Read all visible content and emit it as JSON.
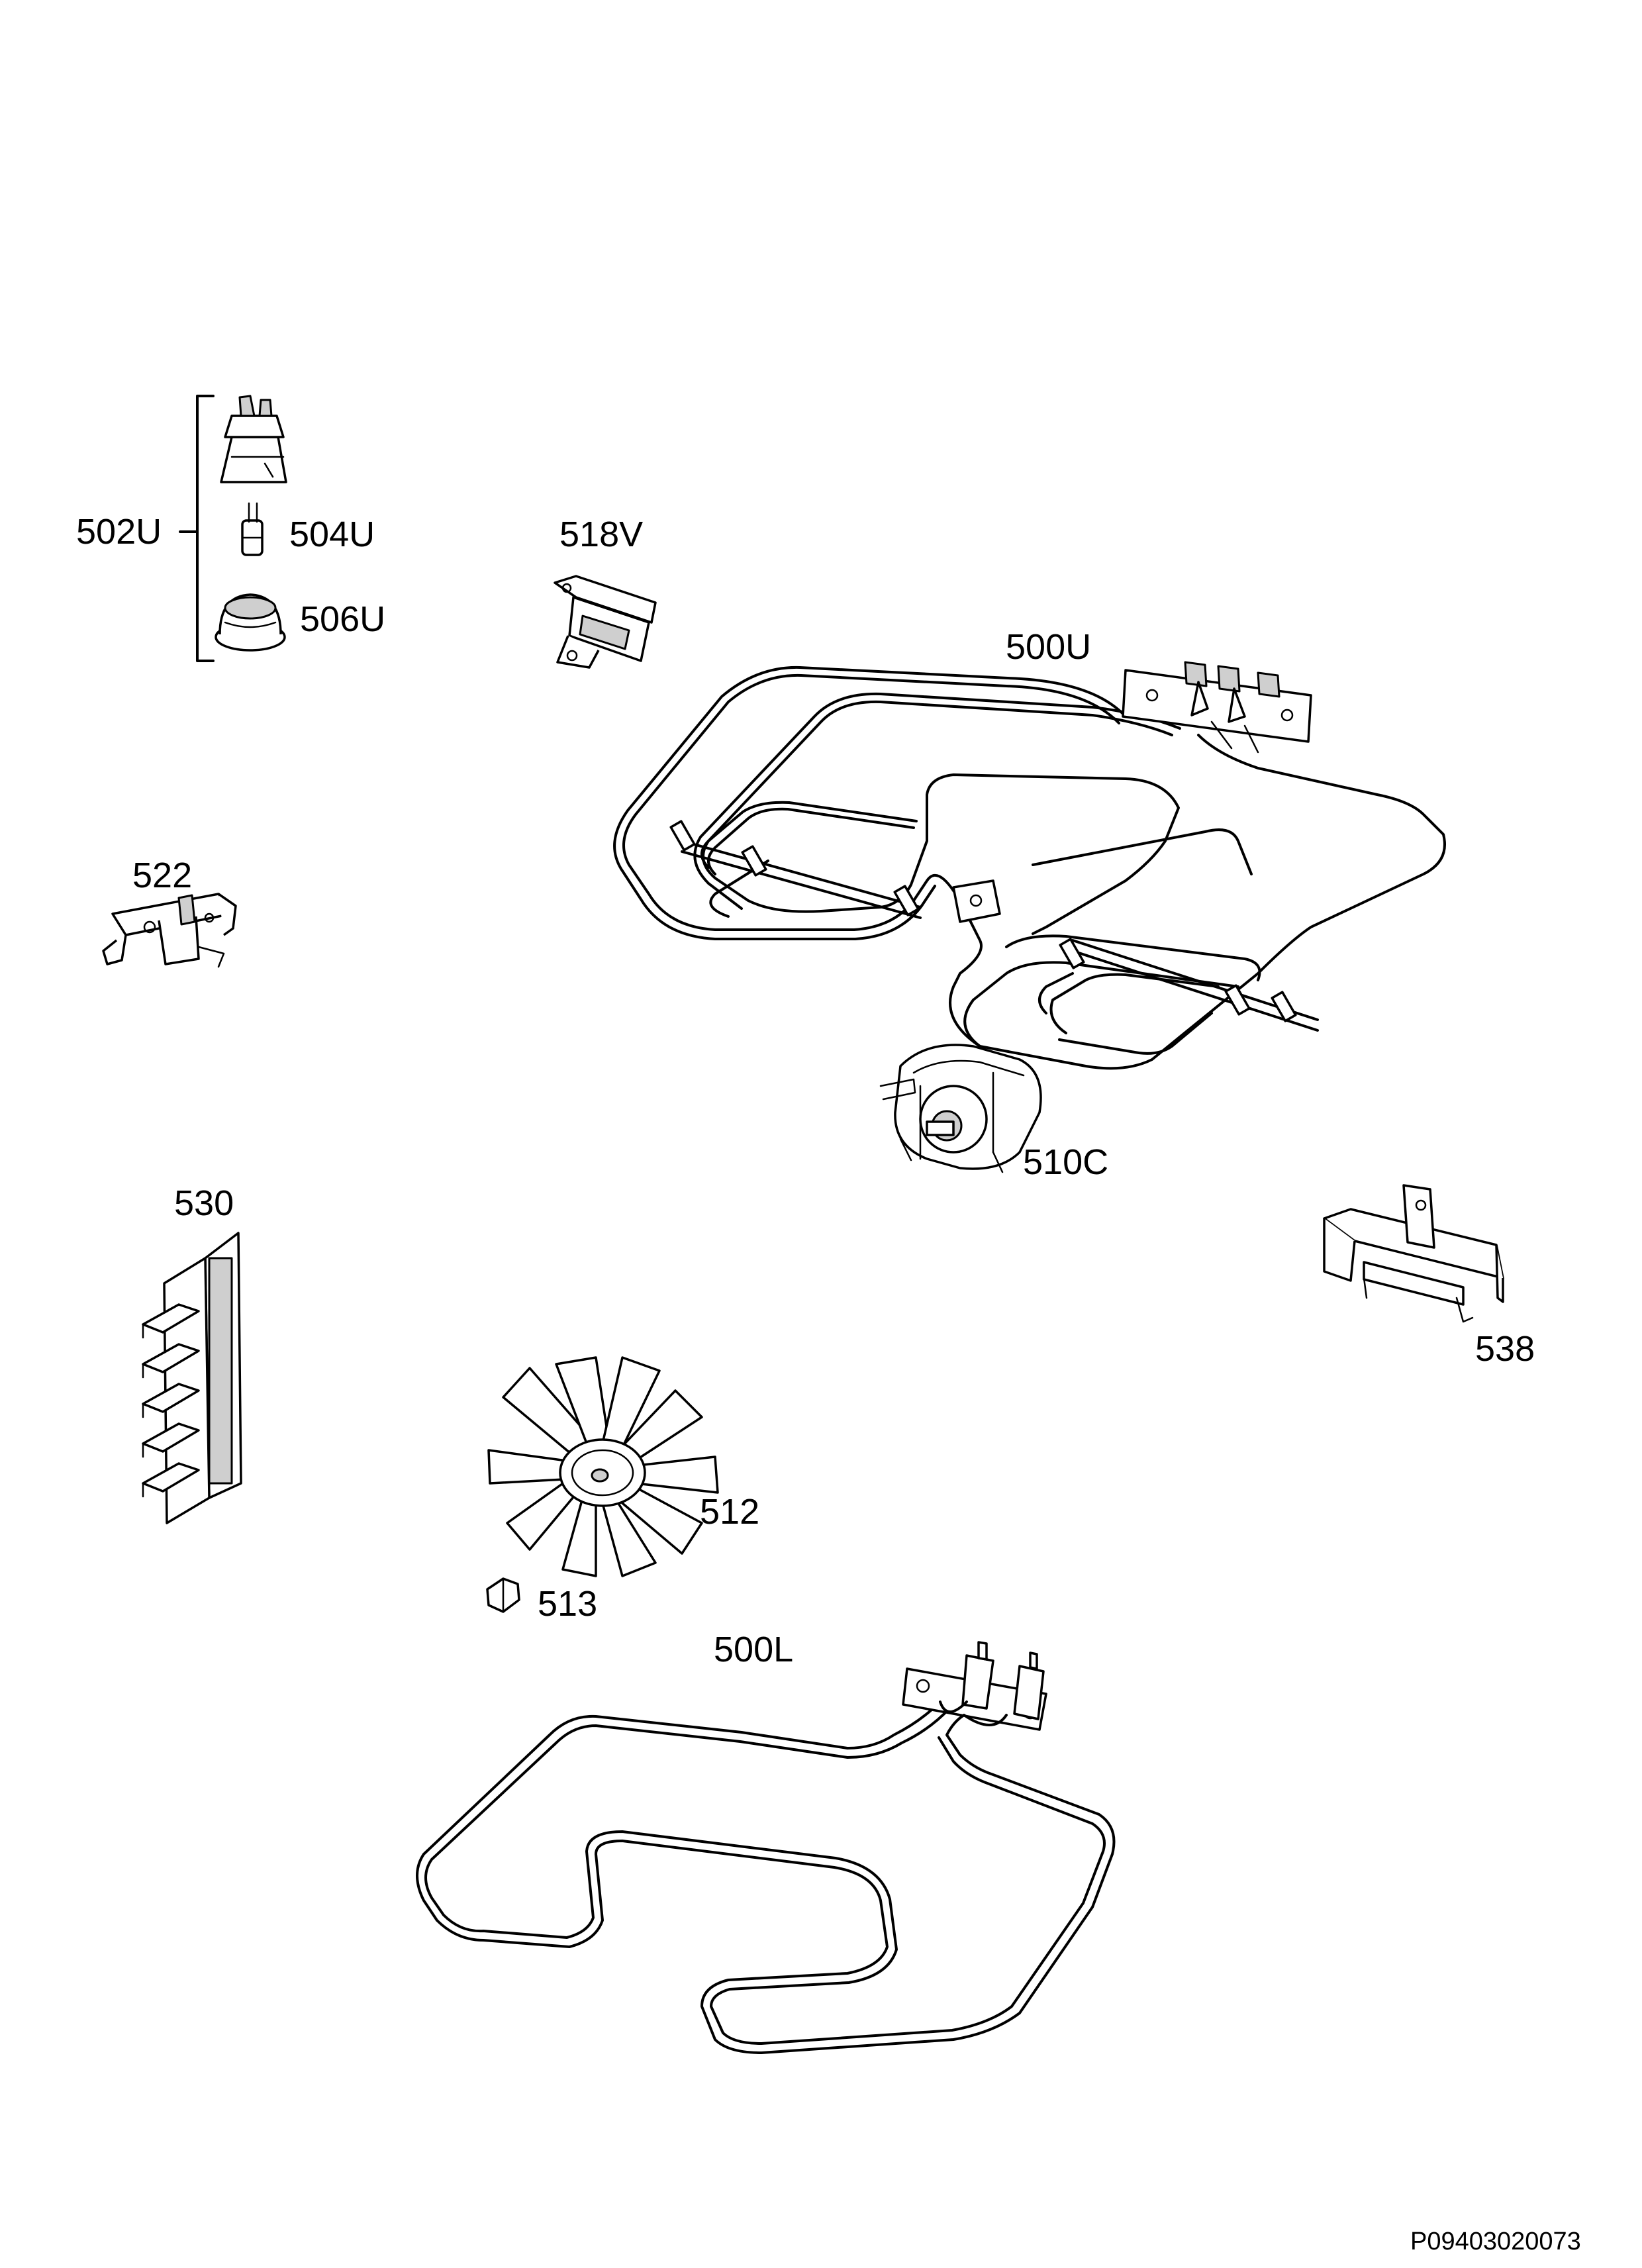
{
  "parts": [
    {
      "id": "502u",
      "label": "502U"
    },
    {
      "id": "504u",
      "label": "504U"
    },
    {
      "id": "506u",
      "label": "506U"
    },
    {
      "id": "518v",
      "label": "518V"
    },
    {
      "id": "500u",
      "label": "500U"
    },
    {
      "id": "522",
      "label": "522"
    },
    {
      "id": "510c",
      "label": "510C"
    },
    {
      "id": "530",
      "label": "530"
    },
    {
      "id": "538",
      "label": "538"
    },
    {
      "id": "512",
      "label": "512"
    },
    {
      "id": "513",
      "label": "513"
    },
    {
      "id": "500l",
      "label": "500L"
    }
  ],
  "document_id": "P09403020073"
}
